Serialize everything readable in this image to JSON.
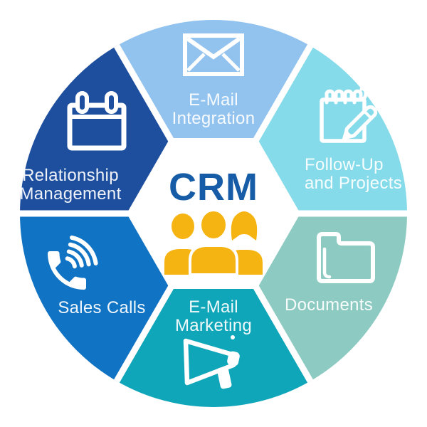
{
  "diagram": {
    "title": "CRM",
    "center": {
      "label": "CRM",
      "label_color": "#175CA6",
      "people_color": "#F6B412",
      "background": "#FFFFFF"
    },
    "label_text_color": "#FFFFFF",
    "segments": [
      {
        "name": "E-Mail Integration",
        "label_lines": [
          "E-Mail",
          "Integration"
        ],
        "color": "#92C3EF",
        "icon": "envelope-icon"
      },
      {
        "name": "Follow-Up and Projects",
        "label_lines": [
          "Follow-Up",
          "and Projects"
        ],
        "color": "#85DBE9",
        "icon": "notepad-pencil-icon"
      },
      {
        "name": "Documents",
        "label_lines": [
          "Documents"
        ],
        "color": "#8DCBC2",
        "icon": "folder-icon"
      },
      {
        "name": "E-Mail Marketing",
        "label_lines": [
          "E-Mail",
          "Marketing"
        ],
        "color": "#0FA6BA",
        "icon": "megaphone-icon"
      },
      {
        "name": "Sales Calls",
        "label_lines": [
          "Sales Calls"
        ],
        "color": "#1173C4",
        "icon": "phone-icon"
      },
      {
        "name": "Relationship Management",
        "label_lines": [
          "Relationship",
          "Management"
        ],
        "color": "#1E4F9F",
        "icon": "calendar-icon"
      }
    ]
  }
}
